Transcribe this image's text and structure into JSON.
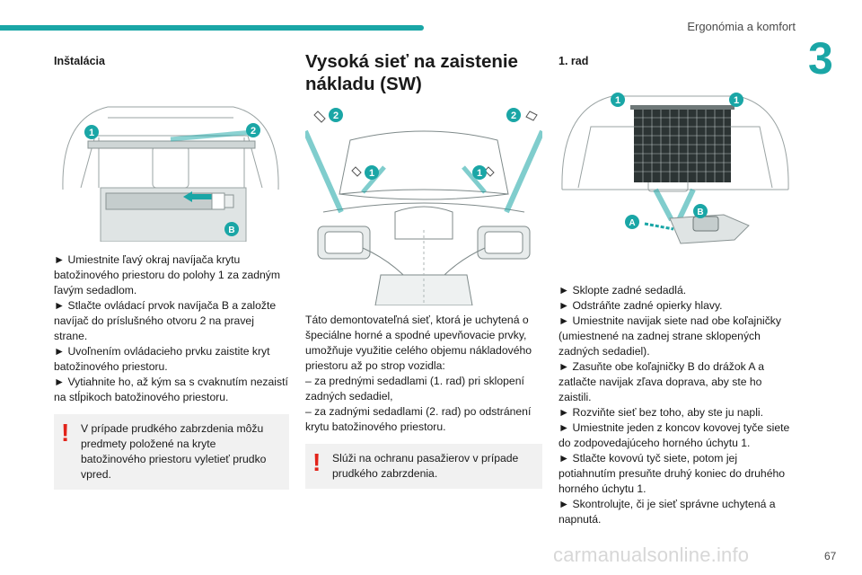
{
  "header": {
    "title": "Ergonómia a komfort",
    "chapter": "3"
  },
  "col1": {
    "heading": "Inštalácia",
    "figure_labels": {
      "one": "1",
      "two": "2",
      "b": "B"
    },
    "steps": [
      "► Umiestnite ľavý okraj navíjača krytu batožinového priestoru do polohy 1 za zadným ľavým sedadlom.",
      "► Stlačte ovládací prvok navíjača B a založte navíjač do príslušného otvoru 2 na pravej strane.",
      "► Uvoľnením ovládacieho prvku zaistite kryt batožinového priestoru.",
      "► Vytiahnite ho, až kým sa s cvaknutím nezaistí na stĺpikoch batožinového priestoru."
    ],
    "warning": "V prípade prudkého zabrzdenia môžu predmety položené na kryte batožinového priestoru vyletieť prudko vpred."
  },
  "col2": {
    "heading": "Vysoká sieť na zaistenie nákladu (SW)",
    "figure_labels": {
      "one": "1",
      "two": "2"
    },
    "body": [
      "Táto demontovateľná sieť, ktorá je uchytená o špeciálne horné a spodné upevňovacie prvky, umožňuje využitie celého objemu nákladového priestoru až po strop vozidla:",
      "– za prednými sedadlami (1. rad) pri sklopení zadných sedadiel,",
      "– za zadnými sedadlami (2. rad) po odstránení krytu batožinového priestoru."
    ],
    "warning": "Slúži na ochranu pasažierov v prípade prudkého zabrzdenia."
  },
  "col3": {
    "heading": "1. rad",
    "figure_labels": {
      "one": "1",
      "a": "A",
      "b": "B"
    },
    "steps": [
      "► Sklopte zadné sedadlá.",
      "► Odstráňte zadné opierky hlavy.",
      "► Umiestnite navijak siete nad obe koľajničky (umiestnené na zadnej strane sklopených zadných sedadiel).",
      "► Zasuňte obe koľajničky B do drážok A a zatlačte navijak zľava doprava, aby ste ho zaistili.",
      "► Rozviňte sieť bez toho, aby ste ju napli.",
      "► Umiestnite jeden z koncov kovovej tyče siete do zodpovedajúceho horného úchytu 1.",
      "► Stlačte kovovú tyč siete, potom jej potiahnutím presuňte druhý koniec do druhého horného úchytu 1.",
      "► Skontrolujte, či je sieť správne uchytená a napnutá."
    ]
  },
  "footer": {
    "page_number": "67",
    "watermark": "carmanualsonline.info"
  },
  "colors": {
    "accent": "#1aa6a6",
    "warning": "#e2231a",
    "note_bg": "#f1f1f1"
  }
}
